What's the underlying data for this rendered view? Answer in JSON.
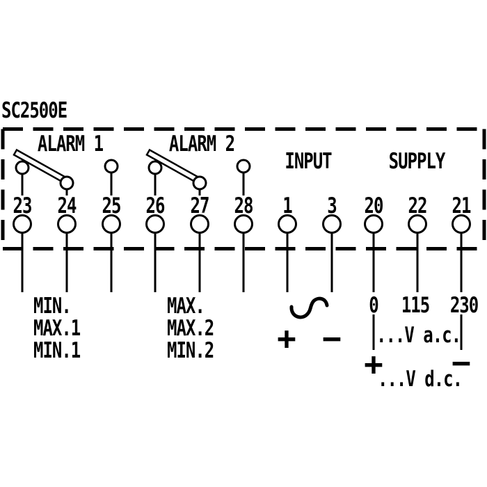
{
  "title": "SC2500E",
  "colors": {
    "ink": "#000000",
    "paper": "#ffffff"
  },
  "sections": {
    "alarm1": {
      "label": "ALARM 1",
      "terminals": [
        "23",
        "24",
        "25"
      ],
      "functions": [
        "MIN.",
        "MAX.1",
        "MIN.1"
      ]
    },
    "alarm2": {
      "label": "ALARM 2",
      "terminals": [
        "26",
        "27",
        "28"
      ],
      "functions": [
        "MAX.",
        "MAX.2",
        "MIN.2"
      ]
    },
    "input": {
      "label": "INPUT",
      "terminals": [
        "1",
        "3"
      ],
      "plus": "+",
      "minus": "−",
      "waveform": "ac-sine"
    },
    "supply": {
      "label": "SUPPLY",
      "terminals": [
        "20",
        "22",
        "21"
      ],
      "voltage_taps": [
        "0",
        "115",
        "230"
      ],
      "ac_label": "...V a.c.",
      "dc_label": "...V d.c.",
      "plus": "+",
      "minus": "−"
    }
  }
}
